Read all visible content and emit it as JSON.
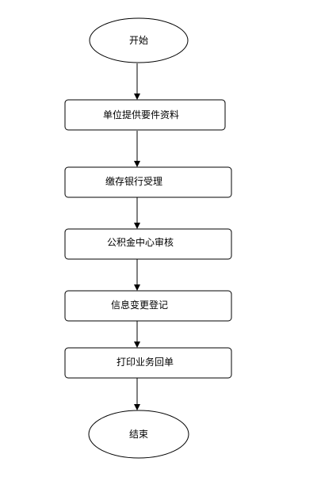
{
  "diagram": {
    "type": "flowchart",
    "nodes": [
      {
        "id": "start",
        "shape": "ellipse",
        "label": "开始"
      },
      {
        "id": "step1",
        "shape": "rect",
        "label": "单位提供要件资料"
      },
      {
        "id": "step2",
        "shape": "rect",
        "label": "缴存银行受理"
      },
      {
        "id": "step3",
        "shape": "rect",
        "label": "公积金中心审核"
      },
      {
        "id": "step4",
        "shape": "rect",
        "label": "信息变更登记"
      },
      {
        "id": "step5",
        "shape": "rect",
        "label": "打印业务回单"
      },
      {
        "id": "end",
        "shape": "ellipse",
        "label": "结束"
      }
    ],
    "edges": [
      {
        "from": "start",
        "to": "step1"
      },
      {
        "from": "step1",
        "to": "step2"
      },
      {
        "from": "step2",
        "to": "step3"
      },
      {
        "from": "step3",
        "to": "step4"
      },
      {
        "from": "step4",
        "to": "step5"
      },
      {
        "from": "step5",
        "to": "end"
      }
    ]
  }
}
